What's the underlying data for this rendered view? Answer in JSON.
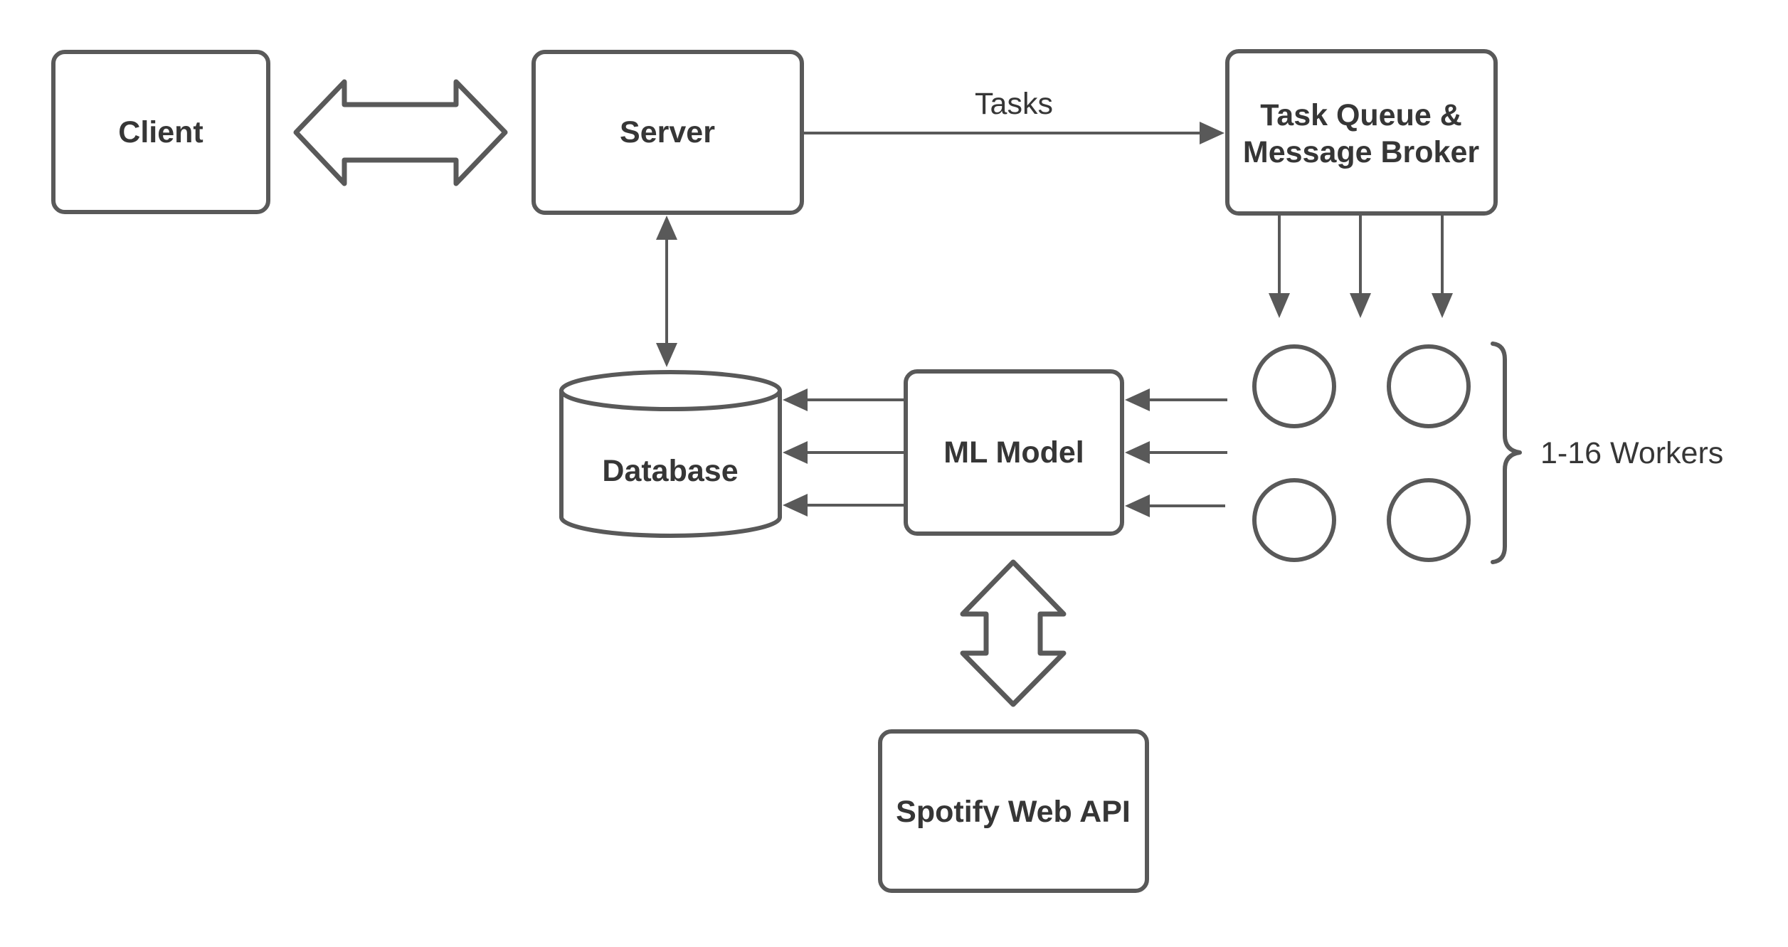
{
  "diagram": {
    "type": "system-architecture-flow",
    "background": "#ffffff",
    "colors": {
      "shape_stroke": "#595959",
      "arrow_stroke": "#595959",
      "text": "#363636"
    },
    "nodes": {
      "client": {
        "label": "Client",
        "shape": "rounded-rect"
      },
      "server": {
        "label": "Server",
        "shape": "rounded-rect"
      },
      "task_queue": {
        "label_lines": [
          "Task Queue &",
          "Message Broker"
        ],
        "shape": "rounded-rect"
      },
      "database": {
        "label": "Database",
        "shape": "cylinder"
      },
      "ml_model": {
        "label": "ML Model",
        "shape": "rounded-rect"
      },
      "spotify_web_api": {
        "label": "Spotify Web API",
        "shape": "rounded-rect"
      },
      "workers": {
        "label": "1-16 Workers",
        "circle_count": 4,
        "shape": "circle-group-with-brace"
      }
    },
    "edges": {
      "client_server": {
        "type": "double-headed-block-arrow",
        "direction": "horizontal"
      },
      "server_task_queue": {
        "label": "Tasks",
        "type": "single-arrow"
      },
      "server_database": {
        "type": "double-headed-thin-arrow",
        "direction": "vertical"
      },
      "task_queue_to_workers": {
        "type": "single-arrow",
        "arrow_count": 3
      },
      "workers_to_ml_model": {
        "type": "single-arrow",
        "arrow_count": 3
      },
      "ml_model_to_database": {
        "type": "single-arrow",
        "arrow_count": 3
      },
      "ml_model_spotify": {
        "type": "double-headed-block-arrow",
        "direction": "vertical"
      }
    }
  }
}
